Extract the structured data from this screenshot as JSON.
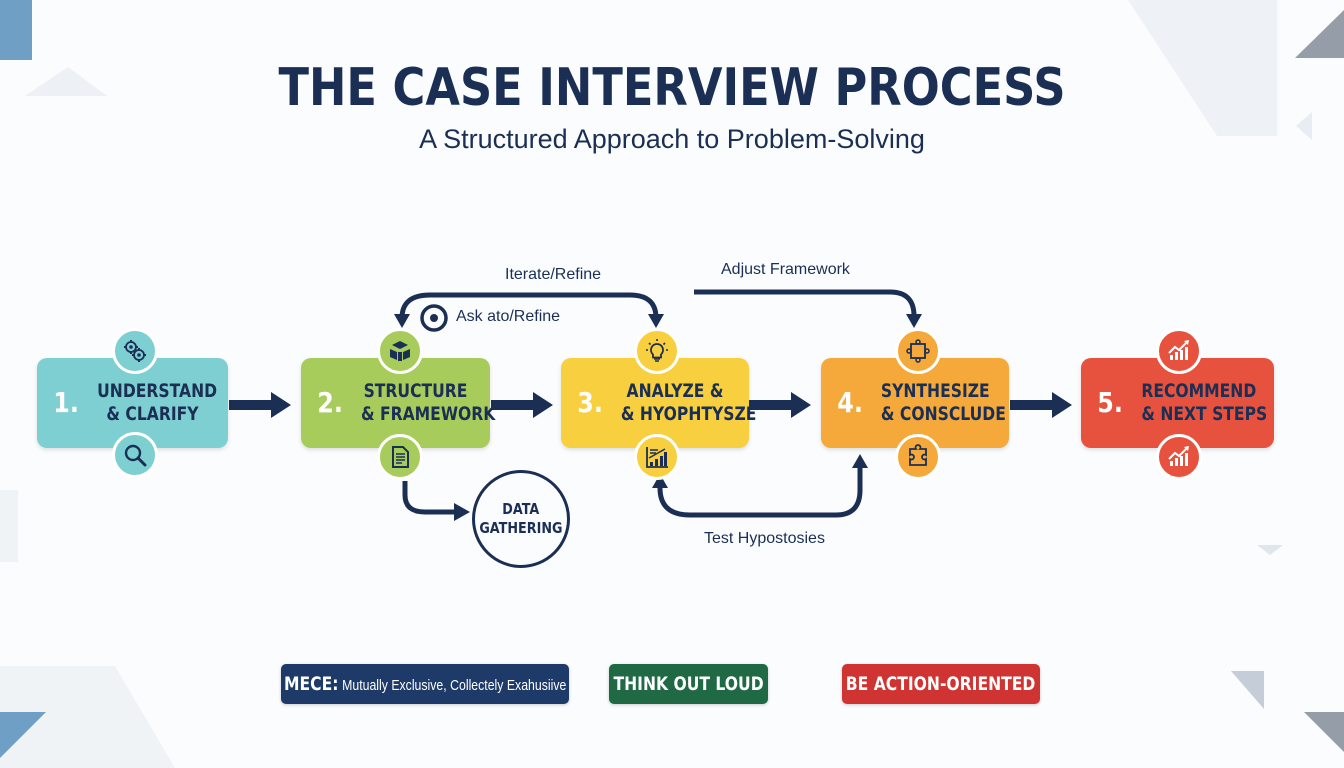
{
  "header": {
    "title": "THE CASE INTERVIEW PROCESS",
    "subtitle": "A Structured Approach to Problem-Solving"
  },
  "colors": {
    "navy": "#1b2f55",
    "step1": "#7ecfd2",
    "step2": "#a8cc5c",
    "step3": "#f7cf3f",
    "step4": "#f5a93a",
    "step5": "#e7523f",
    "tip_mece": "#1d3a68",
    "tip_think": "#1f6a45",
    "tip_action": "#cf3432",
    "deco_blue": "#6f9fc4",
    "deco_grey": "#959ea8",
    "deco_light": "#edf1f5"
  },
  "steps": [
    {
      "number": "1.",
      "line1": "UNDERSTAND",
      "line2": "& CLARIFY",
      "icon_top": "gears-icon",
      "icon_bottom": "magnifier-icon"
    },
    {
      "number": "2.",
      "line1": "STRUCTURE",
      "line2": "& FRAMEWORK",
      "icon_top": "building-blocks-icon",
      "icon_bottom": "document-icon"
    },
    {
      "number": "3.",
      "line1": "ANALYZE &",
      "line2": "& HYOPHTYSZE",
      "icon_top": "lightbulb-icon",
      "icon_bottom": "bar-chart-icon"
    },
    {
      "number": "4.",
      "line1": "SYNTHESIZE",
      "line2": "& CONSCLUDE",
      "icon_top": "puzzle-square-icon",
      "icon_bottom": "puzzle-piece-icon"
    },
    {
      "number": "5.",
      "line1": "RECOMMEND",
      "line2": "& NEXT STEPS",
      "icon_top": "growth-chart-icon",
      "icon_bottom": "growth-chart-icon"
    }
  ],
  "flows": {
    "iterate": "Iterate/Refine",
    "ask": "Ask ato/Refine",
    "adjust": "Adjust Framework",
    "test": "Test Hypostosies",
    "data_gathering_line1": "DATA",
    "data_gathering_line2": "GATHERING"
  },
  "tips": {
    "mece_bold": "MECE:",
    "mece_text": "Mutually Exclusive, Collectely Exahusiive",
    "think": "THINK OUT LOUD",
    "action": "BE ACTION-ORIENTED"
  }
}
